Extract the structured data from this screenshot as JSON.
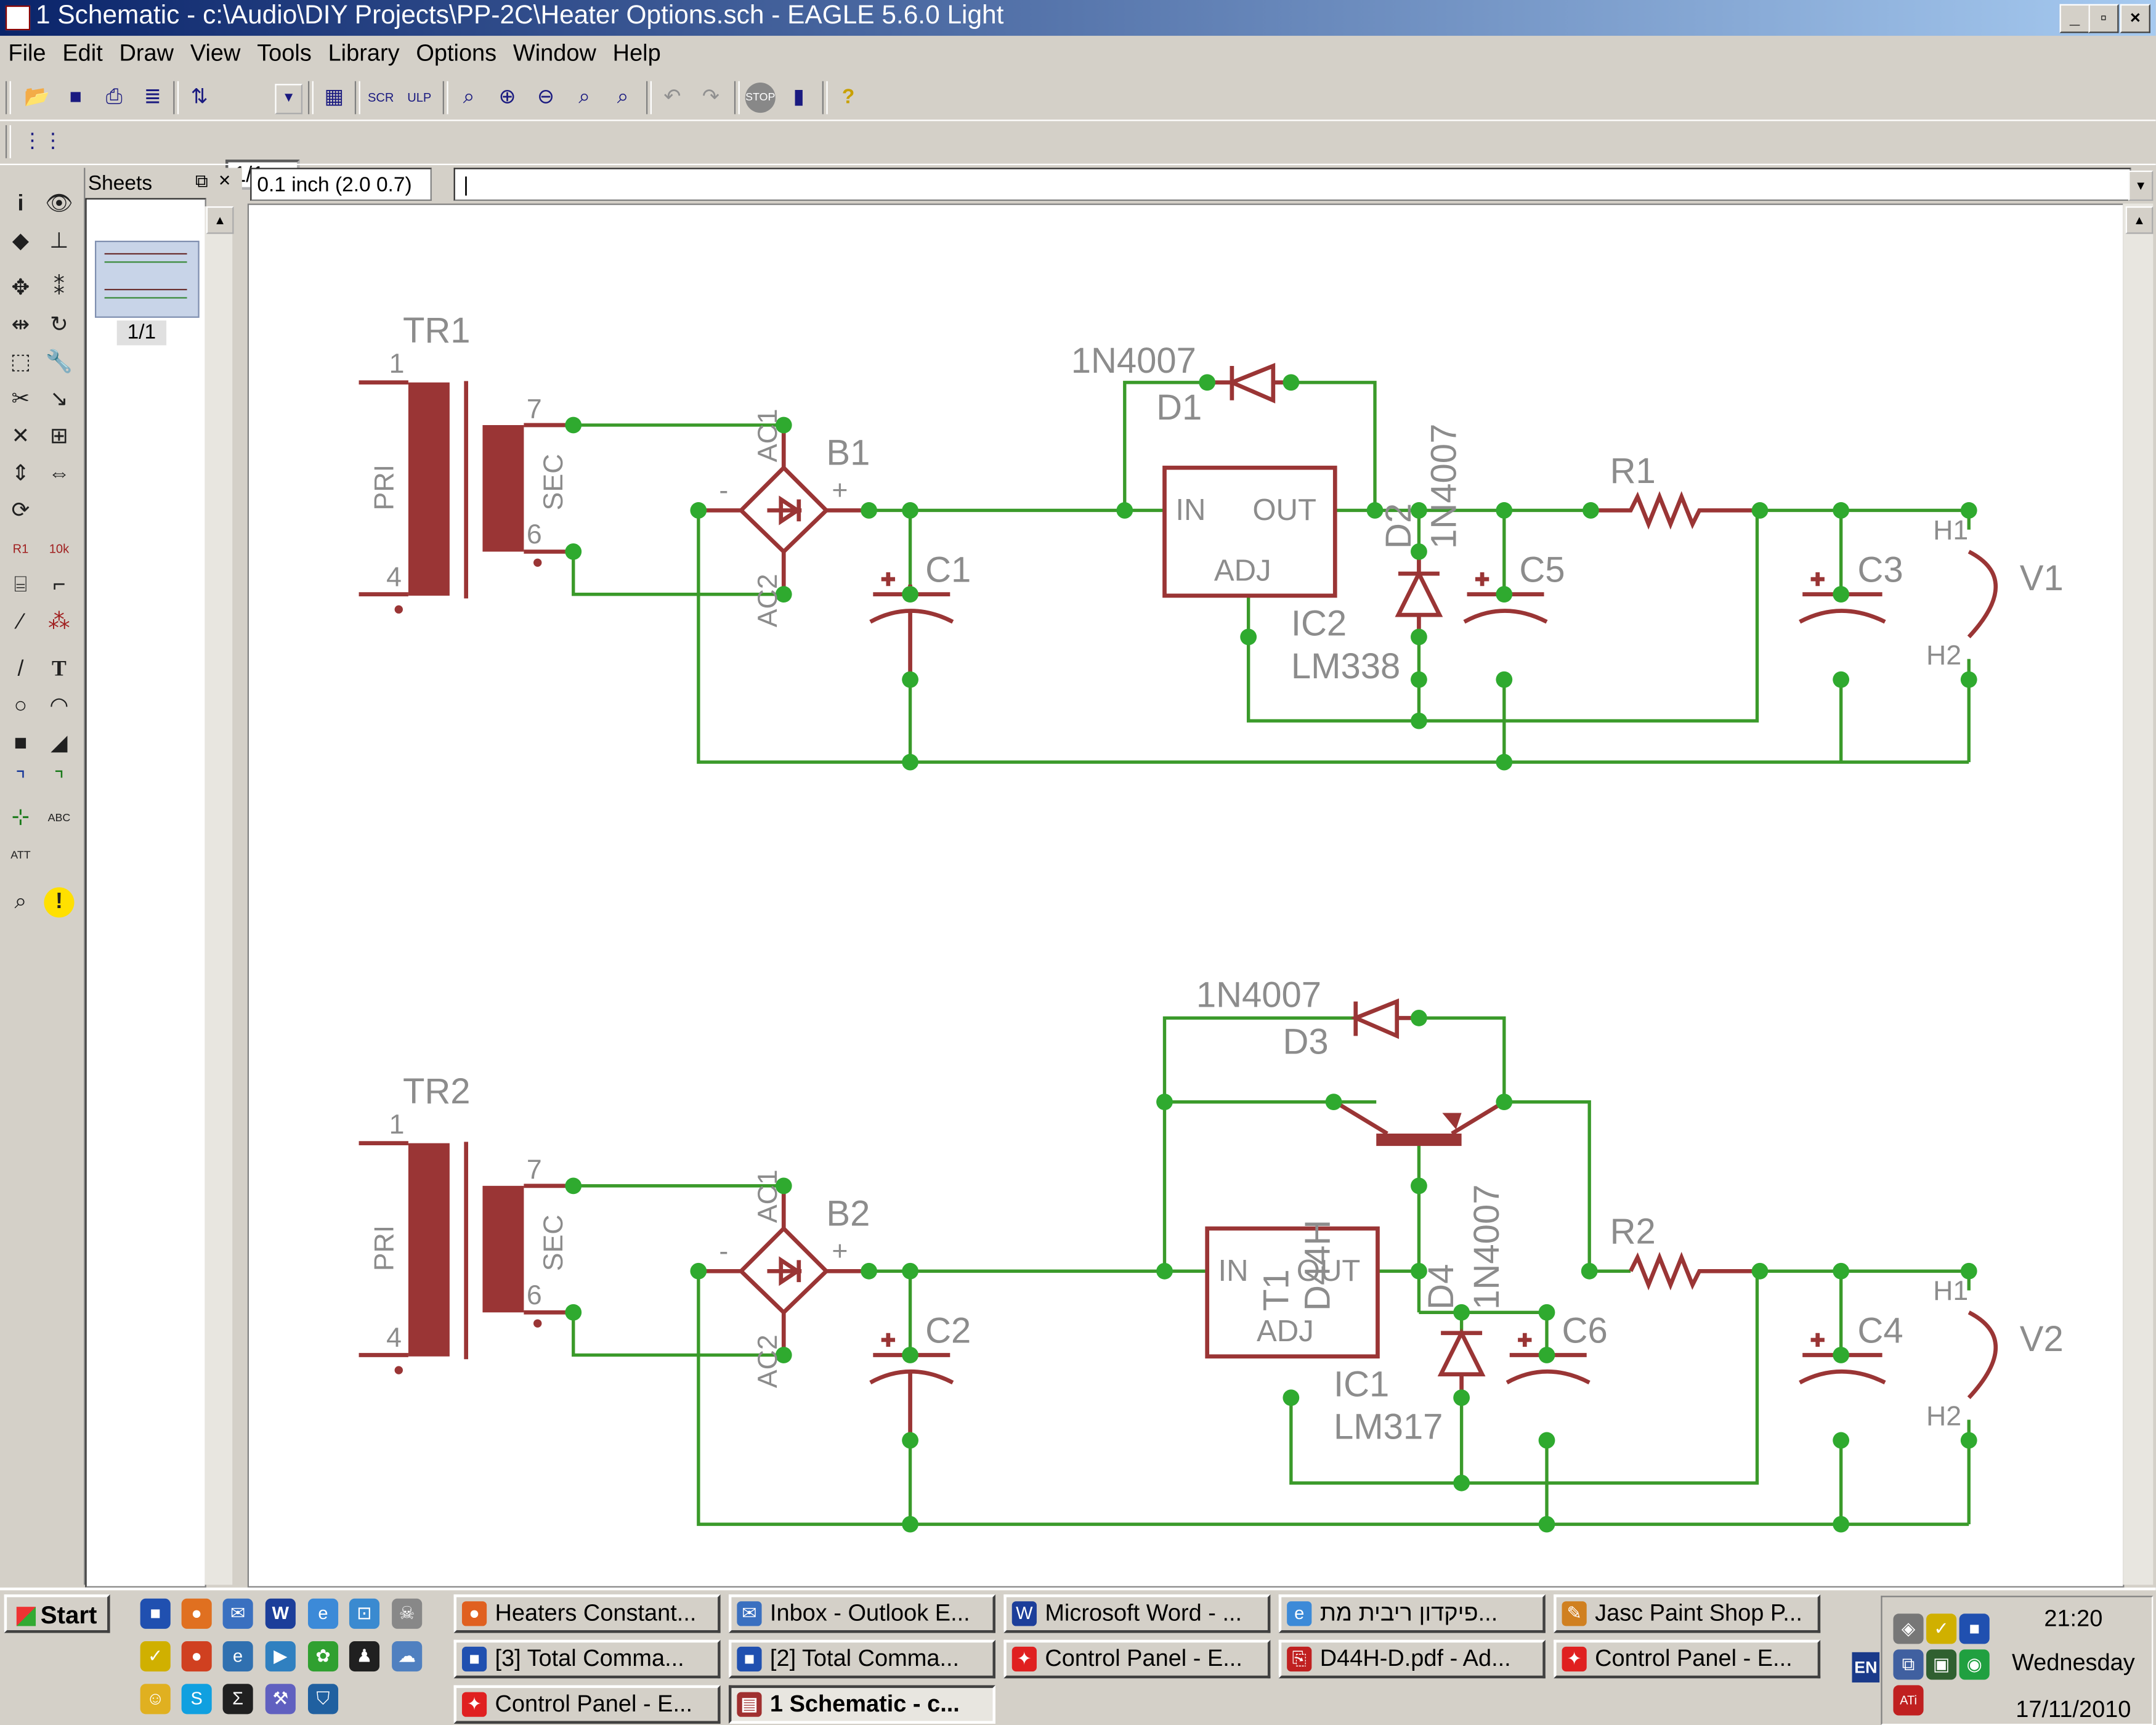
{
  "window": {
    "title": "1 Schematic - c:\\Audio\\DIY Projects\\PP-2C\\Heater Options.sch - EAGLE 5.6.0 Light",
    "min": "_",
    "max": "▫",
    "close": "×"
  },
  "menu": [
    "File",
    "Edit",
    "Draw",
    "View",
    "Tools",
    "Library",
    "Options",
    "Window",
    "Help"
  ],
  "toolbar": {
    "page_combo": "1/1"
  },
  "sheets": {
    "title": "Sheets",
    "page": "1/1"
  },
  "status": {
    "coords": "0.1 inch (2.0 0.7)",
    "command": "|"
  },
  "colors": {
    "wire": "#3a9a2a",
    "symbol": "#9a3535",
    "node": "#2faa2f",
    "label": "#8c8c8c"
  },
  "schematic": {
    "upper": {
      "TR1": "TR1",
      "pri": "PRI",
      "sec": "SEC",
      "pin1": "1",
      "pin4": "4",
      "pin7": "7",
      "pin6": "6",
      "B1": "B1",
      "ac1": "AC1",
      "ac2": "AC2",
      "minus": "-",
      "plus": "+",
      "C1": "C1",
      "D1name": "D1",
      "D1val": "1N4007",
      "IC2in": "IN",
      "IC2out": "OUT",
      "IC2adj": "ADJ",
      "IC2name": "IC2",
      "IC2val": "LM338",
      "D2name": "D2",
      "D2val": "1N4007",
      "C5": "C5",
      "R1": "R1",
      "C3": "C3",
      "H1": "H1",
      "H2": "H2",
      "V1": "V1"
    },
    "lower": {
      "TR2": "TR2",
      "pri": "PRI",
      "sec": "SEC",
      "pin1": "1",
      "pin4": "4",
      "pin7": "7",
      "pin6": "6",
      "B2": "B2",
      "ac1": "AC1",
      "ac2": "AC2",
      "minus": "-",
      "plus": "+",
      "C2": "C2",
      "D3name": "D3",
      "D3val": "1N4007",
      "T1name": "T1",
      "T1val": "D44H",
      "IC1in": "IN",
      "IC1out": "OUT",
      "IC1adj": "ADJ",
      "IC1name": "IC1",
      "IC1val": "LM317",
      "D4name": "D4",
      "D4val": "1N4007",
      "C6": "C6",
      "R2": "R2",
      "C4": "C4",
      "H1": "H1",
      "H2": "H2",
      "V2": "V2"
    }
  },
  "taskbar": {
    "start": "Start",
    "tasks": [
      "Heaters Constant...",
      "Inbox - Outlook E...",
      "Microsoft Word - ...",
      "פיקדון ריבית מת...",
      "Jasc Paint Shop P...",
      "[3] Total Comma...",
      "[2] Total Comma...",
      "Control Panel - E...",
      "D44H-D.pdf - Ad...",
      "Control Panel - E...",
      "Control Panel - E...",
      "1 Schematic - c..."
    ],
    "tray": {
      "lang": "EN",
      "time": "21:20",
      "day": "Wednesday",
      "date": "17/11/2010"
    }
  }
}
